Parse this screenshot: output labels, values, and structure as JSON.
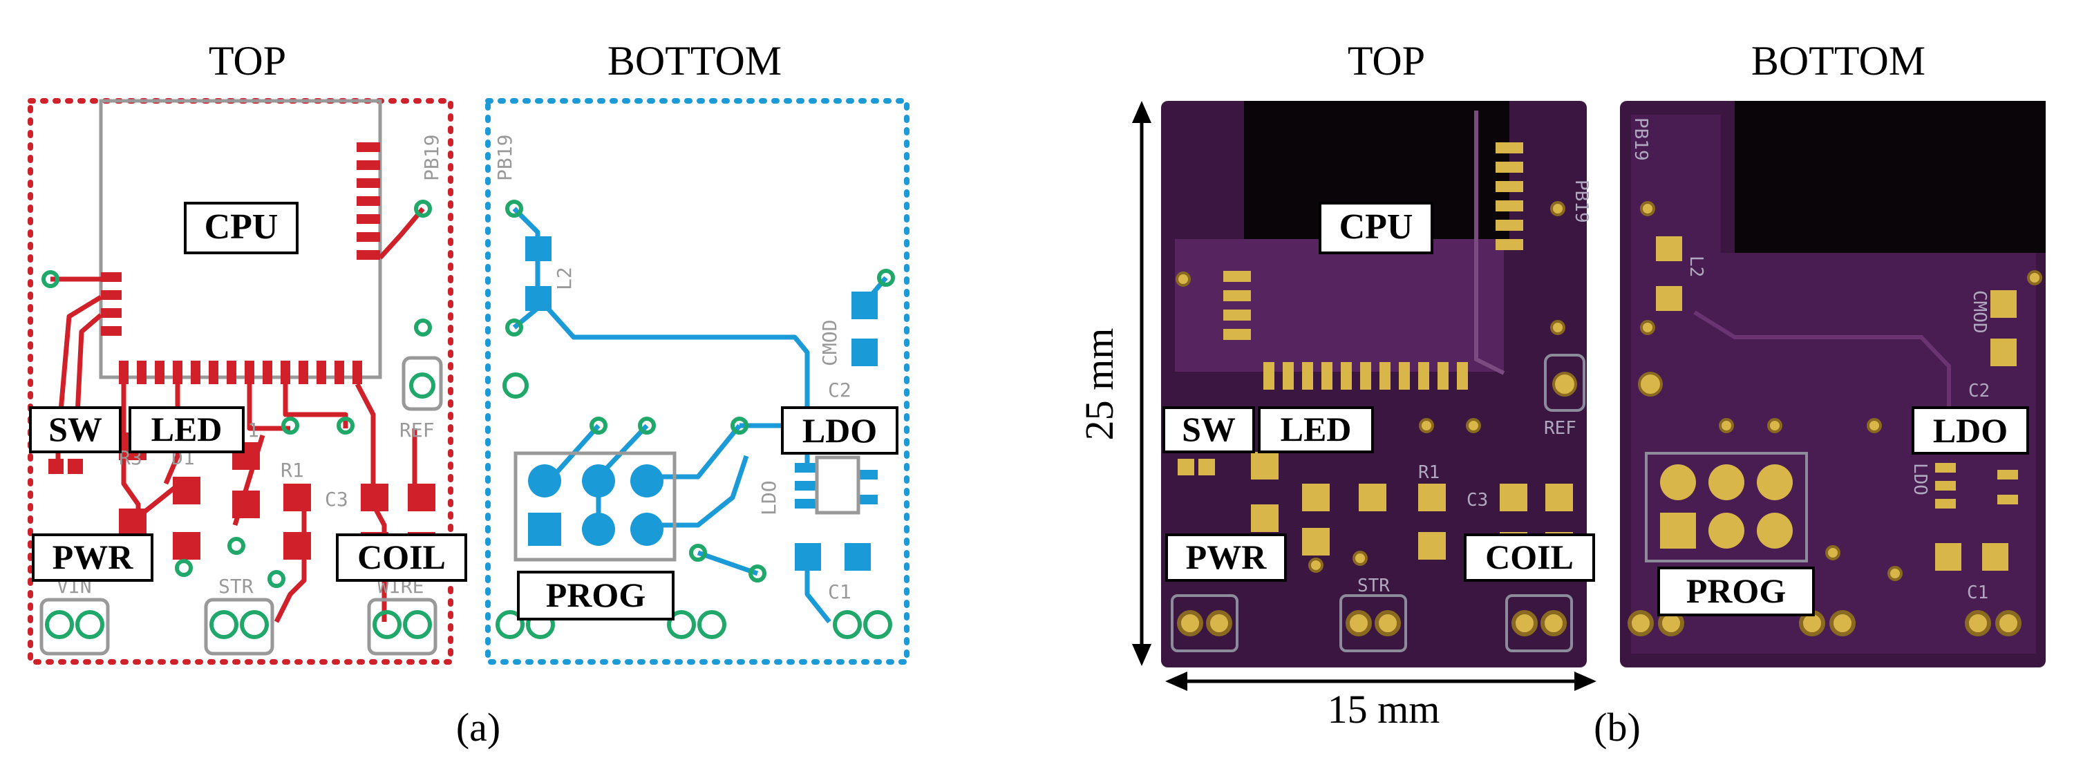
{
  "panel_a": {
    "caption": "(a)",
    "top_title": "TOP",
    "bottom_title": "BOTTOM",
    "top_callouts": {
      "cpu": "CPU",
      "sw": "SW",
      "led": "LED",
      "pwr": "PWR",
      "coil": "COIL"
    },
    "bottom_callouts": {
      "prog": "PROG",
      "ldo": "LDO"
    },
    "silk_top": {
      "pb19": "PB19",
      "ref": "REF",
      "r1": "R1",
      "c3": "C3",
      "d1": "D1",
      "r3": "R3",
      "one": "1",
      "str": "STR",
      "vin": "VIN",
      "wire": "WIRE"
    },
    "silk_bottom": {
      "pb19": "PB19",
      "l2": "L2",
      "cmod": "CMOD",
      "c2": "C2",
      "ldo": "LDO",
      "c1": "C1"
    },
    "colors": {
      "top_copper": "#d0202a",
      "bottom_copper": "#1a9ad6",
      "via": "#1fa86a",
      "outline": "#999999"
    }
  },
  "panel_b": {
    "caption": "(b)",
    "top_title": "TOP",
    "bottom_title": "BOTTOM",
    "top_callouts": {
      "cpu": "CPU",
      "sw": "SW",
      "led": "LED",
      "pwr": "PWR",
      "coil": "COIL"
    },
    "bottom_callouts": {
      "ldo": "LDO",
      "prog": "PROG"
    },
    "silk_top": {
      "pb19": "PB19",
      "ref": "REF",
      "c3": "C3",
      "r1": "R1",
      "str": "STR"
    },
    "silk_bottom": {
      "pb19": "PB19",
      "l2": "L2",
      "cmod": "CMOD",
      "c2": "C2",
      "ldo": "LDO",
      "c1": "C1"
    },
    "dim_height": "25 mm",
    "dim_width": "15 mm",
    "colors": {
      "board": "#3a1640",
      "copper_plane": "#56245e",
      "gold": "#d9b64a"
    }
  }
}
